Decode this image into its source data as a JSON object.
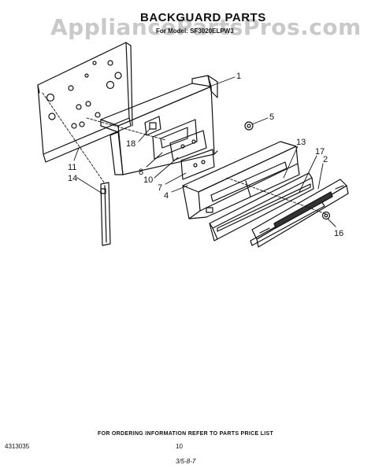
{
  "watermark": "AppliancePartsPros.com",
  "title": "BACKGUARD PARTS",
  "subtitle": "For Model: SF3020ELPW3",
  "callouts": [
    "1",
    "5",
    "18",
    "8",
    "10",
    "7",
    "4",
    "13",
    "17",
    "2",
    "16",
    "11",
    "14"
  ],
  "footer_note": "FOR ORDERING INFORMATION REFER TO PARTS PRICE LIST",
  "doc_number": "4313035",
  "page_number": "10",
  "date_code": "3/5-8-7"
}
